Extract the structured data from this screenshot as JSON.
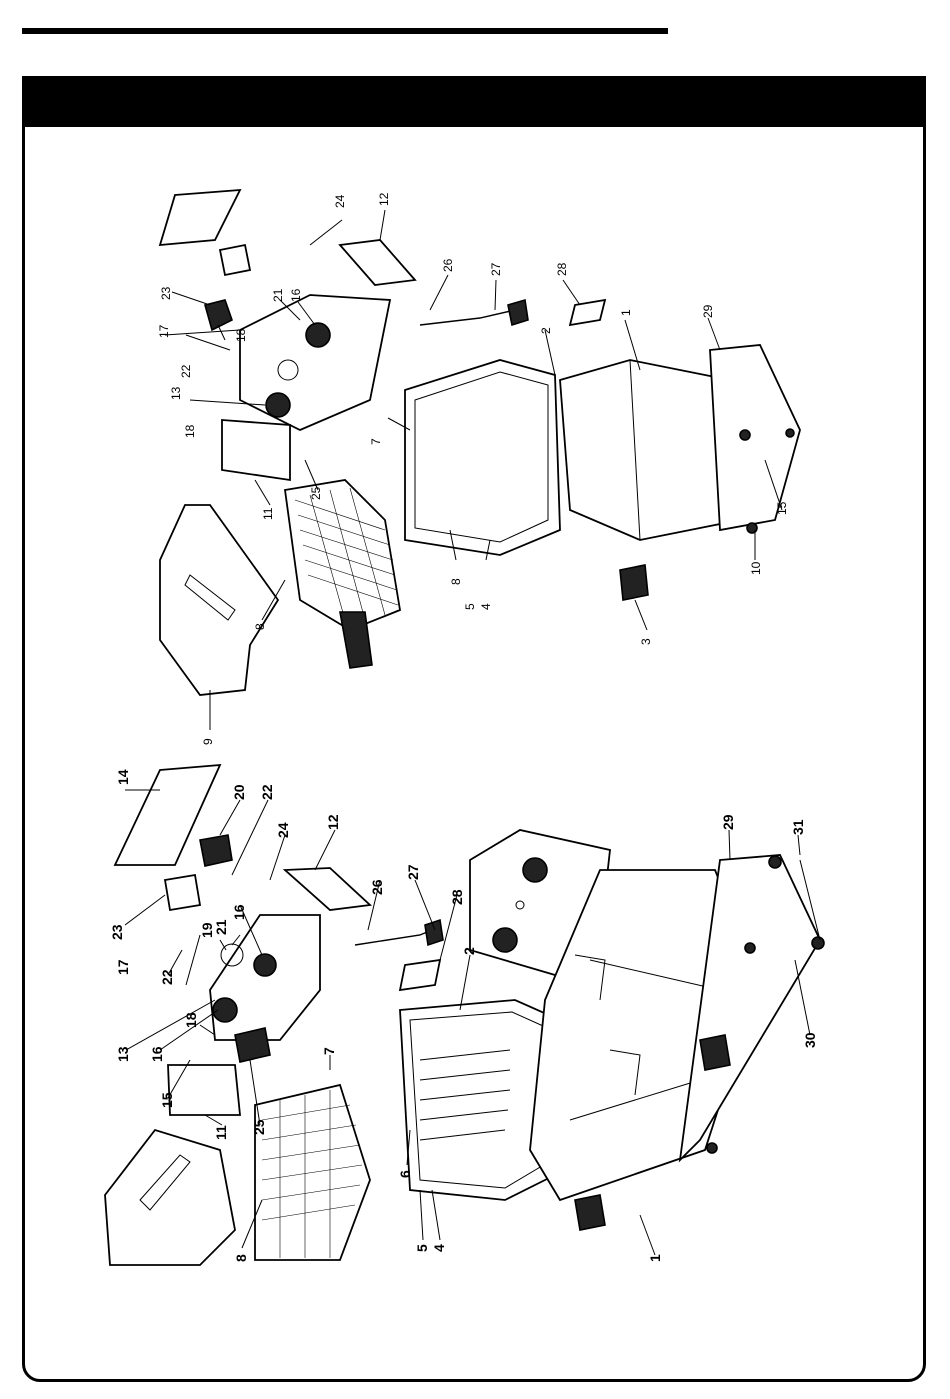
{
  "callouts_left": [
    {
      "text": "14"
    },
    {
      "text": "20"
    },
    {
      "text": "22"
    },
    {
      "text": "12"
    },
    {
      "text": "24"
    },
    {
      "text": "23"
    },
    {
      "text": "17"
    },
    {
      "text": "22"
    },
    {
      "text": "21"
    },
    {
      "text": "19"
    },
    {
      "text": "16"
    },
    {
      "text": "18"
    },
    {
      "text": "13"
    },
    {
      "text": "16"
    },
    {
      "text": "15"
    },
    {
      "text": "11"
    },
    {
      "text": "25"
    },
    {
      "text": "26"
    },
    {
      "text": "27"
    },
    {
      "text": "28"
    },
    {
      "text": "2"
    },
    {
      "text": "7"
    },
    {
      "text": "6"
    },
    {
      "text": "5"
    },
    {
      "text": "4"
    },
    {
      "text": "8"
    },
    {
      "text": "29"
    },
    {
      "text": "31"
    },
    {
      "text": "30"
    },
    {
      "text": "1"
    }
  ],
  "callouts_right": [
    {
      "text": "24"
    },
    {
      "text": "12"
    },
    {
      "text": "23"
    },
    {
      "text": "21"
    },
    {
      "text": "16"
    },
    {
      "text": "26"
    },
    {
      "text": "27"
    },
    {
      "text": "28"
    },
    {
      "text": "17"
    },
    {
      "text": "22"
    },
    {
      "text": "18"
    },
    {
      "text": "13"
    },
    {
      "text": "18"
    },
    {
      "text": "2"
    },
    {
      "text": "1"
    },
    {
      "text": "29"
    },
    {
      "text": "7"
    },
    {
      "text": "11"
    },
    {
      "text": "25"
    },
    {
      "text": "8"
    },
    {
      "text": "9"
    },
    {
      "text": "8"
    },
    {
      "text": "5"
    },
    {
      "text": "4"
    },
    {
      "text": "3"
    },
    {
      "text": "10"
    },
    {
      "text": "15"
    }
  ]
}
